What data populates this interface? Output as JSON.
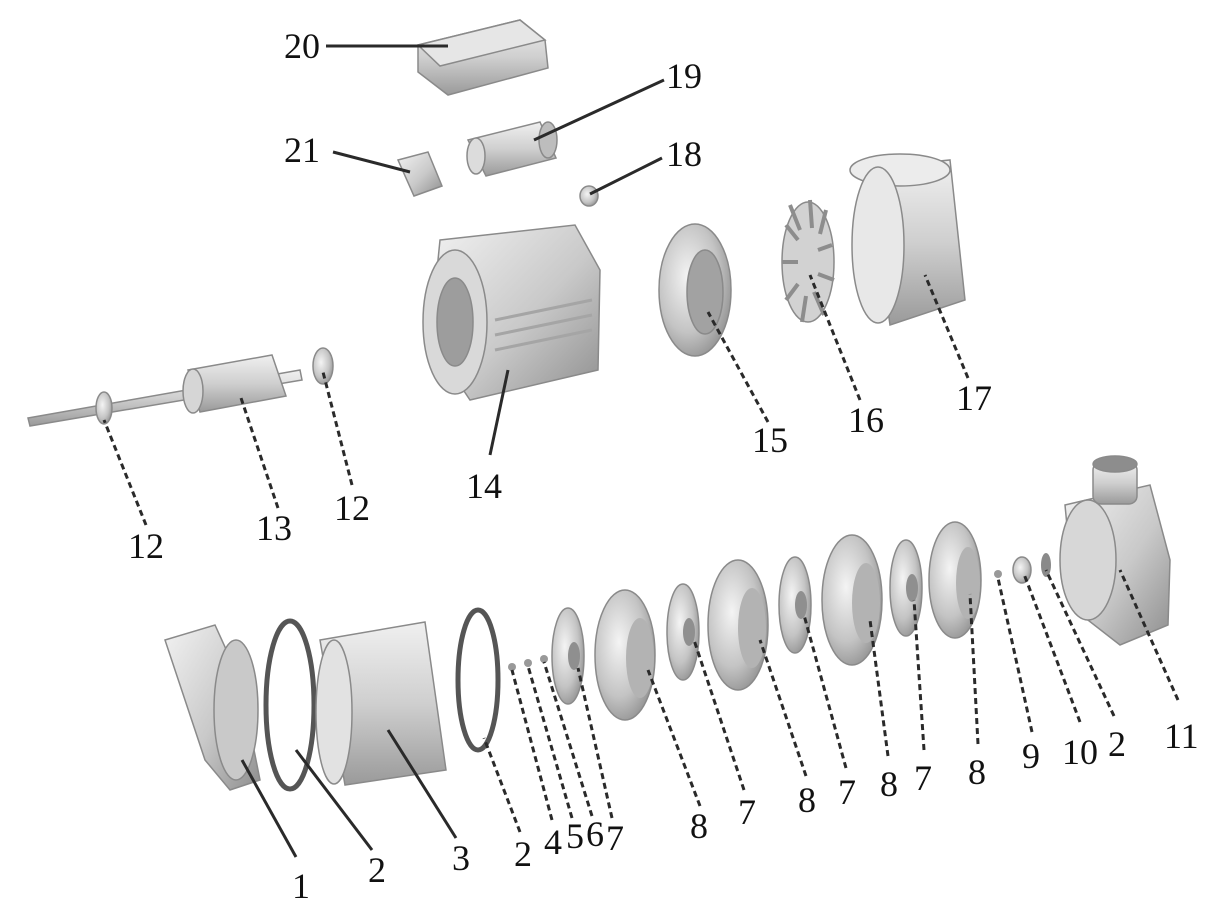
{
  "colors": {
    "background": "#ffffff",
    "part_light": "#e4e4e4",
    "part_mid": "#bdbdbd",
    "part_dark": "#8f8f8f",
    "text": "#111111"
  },
  "callouts": [
    {
      "id": "c1",
      "label": "1"
    },
    {
      "id": "c2a",
      "label": "2"
    },
    {
      "id": "c3",
      "label": "3"
    },
    {
      "id": "c2b",
      "label": "2"
    },
    {
      "id": "c4",
      "label": "4"
    },
    {
      "id": "c5",
      "label": "5"
    },
    {
      "id": "c6",
      "label": "6"
    },
    {
      "id": "c7a",
      "label": "7"
    },
    {
      "id": "c8a",
      "label": "8"
    },
    {
      "id": "c7b",
      "label": "7"
    },
    {
      "id": "c8b",
      "label": "8"
    },
    {
      "id": "c7c",
      "label": "7"
    },
    {
      "id": "c8c",
      "label": "8"
    },
    {
      "id": "c7d",
      "label": "7"
    },
    {
      "id": "c8d",
      "label": "8"
    },
    {
      "id": "c9",
      "label": "9"
    },
    {
      "id": "c10",
      "label": "10"
    },
    {
      "id": "c2c",
      "label": "2"
    },
    {
      "id": "c11",
      "label": "11"
    },
    {
      "id": "c12a",
      "label": "12"
    },
    {
      "id": "c13",
      "label": "13"
    },
    {
      "id": "c12b",
      "label": "12"
    },
    {
      "id": "c14",
      "label": "14"
    },
    {
      "id": "c15",
      "label": "15"
    },
    {
      "id": "c16",
      "label": "16"
    },
    {
      "id": "c17",
      "label": "17"
    },
    {
      "id": "c18",
      "label": "18"
    },
    {
      "id": "c19",
      "label": "19"
    },
    {
      "id": "c20",
      "label": "20"
    },
    {
      "id": "c21",
      "label": "21"
    }
  ]
}
